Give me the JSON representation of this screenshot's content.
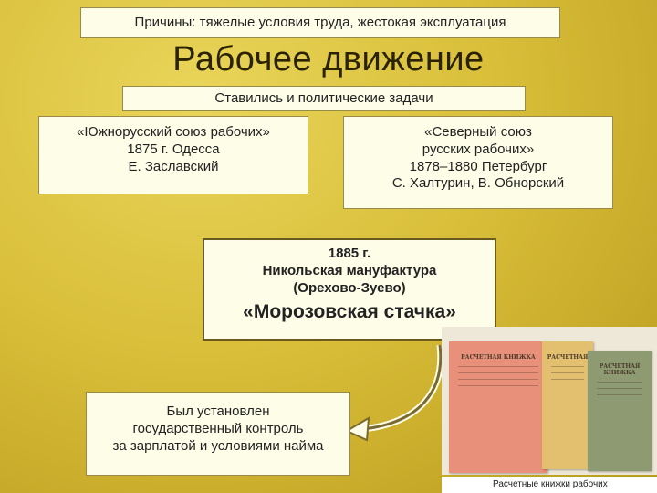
{
  "causes": "Причины: тяжелые условия труда, жестокая эксплуатация",
  "title": "Рабочее движение",
  "tasks": "Ставились и политические задачи",
  "south": {
    "name": "«Южнорусский союз рабочих»",
    "date_place": "1875 г. Одесса",
    "leader": "Е. Заславский"
  },
  "north": {
    "name_line1": "«Северный союз",
    "name_line2": "русских рабочих»",
    "date_place": "1878–1880  Петербург",
    "leaders": "С. Халтурин, В. Обнорский"
  },
  "strike": {
    "year": "1885 г.",
    "factory": "Никольская мануфактура",
    "place": "(Орехово-Зуево)",
    "name": "«Морозовская стачка»"
  },
  "control": {
    "line1": "Был установлен",
    "line2": "государственный контроль",
    "line3": "за зарплатой и условиями найма"
  },
  "photo": {
    "caption": "Расчетные книжки рабочих",
    "book1_label": "РАСЧЕТНАЯ КНИЖКА",
    "book2_label": "РАСЧЕТНАЯ",
    "book3_label": "РАСЧЕТНАЯ КНИЖКА"
  },
  "colors": {
    "background": "#d9bf3a",
    "box": "#fefde8",
    "border": "#6b5a20"
  }
}
